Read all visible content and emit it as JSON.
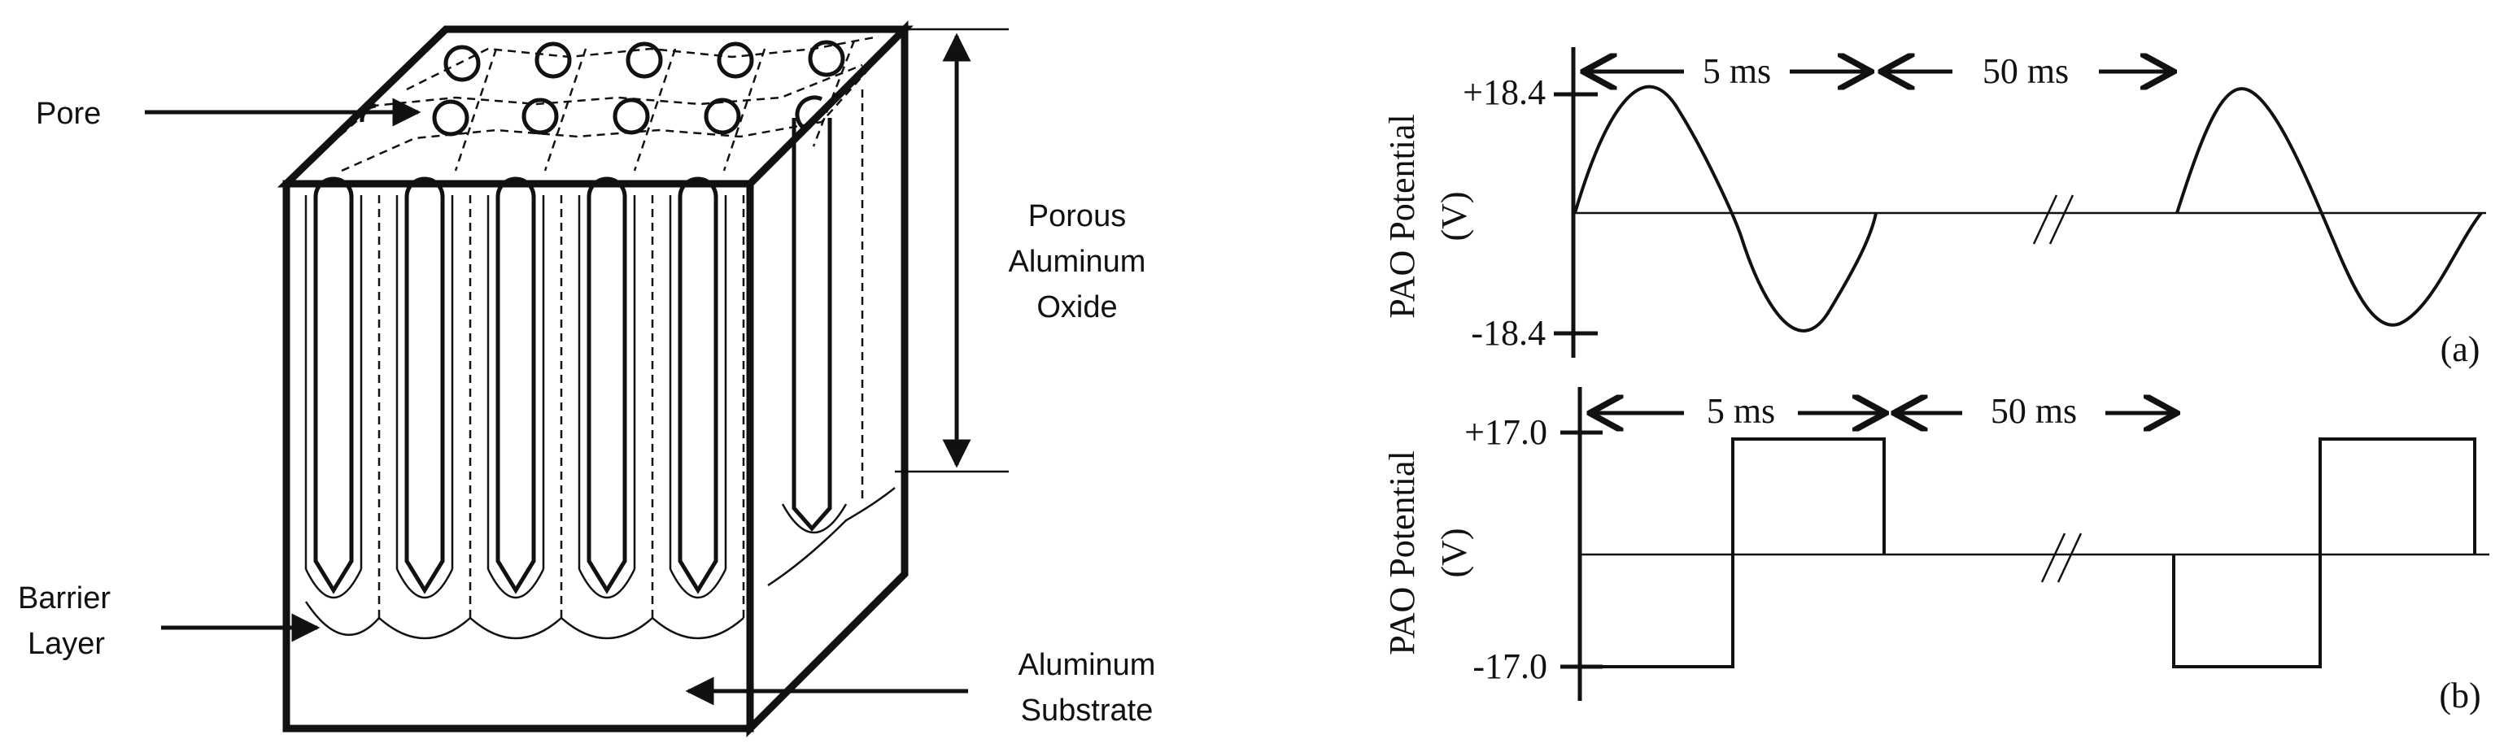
{
  "structure": {
    "labels": {
      "pore": "Pore",
      "porous_line1": "Porous",
      "porous_line2": "Aluminum",
      "porous_line3": "Oxide",
      "barrier_line1": "Barrier",
      "barrier_line2": "Layer",
      "substrate_line1": "Aluminum",
      "substrate_line2": "Substrate"
    }
  },
  "panel_a": {
    "y_axis_label_line1": "PAO Potential",
    "y_axis_label_line2": "(V)",
    "y_max_label": "+18.4",
    "y_min_label": "-18.4",
    "pulse_duration": "5 ms",
    "gap_duration": "50 ms",
    "panel_tag": "(a)",
    "waveform": "sine"
  },
  "panel_b": {
    "y_axis_label_line1": "PAO Potential",
    "y_axis_label_line2": "(V)",
    "y_max_label": "+17.0",
    "y_min_label": "-17.0",
    "pulse_duration": "5 ms",
    "gap_duration": "50 ms",
    "panel_tag": "(b)",
    "waveform": "square"
  }
}
